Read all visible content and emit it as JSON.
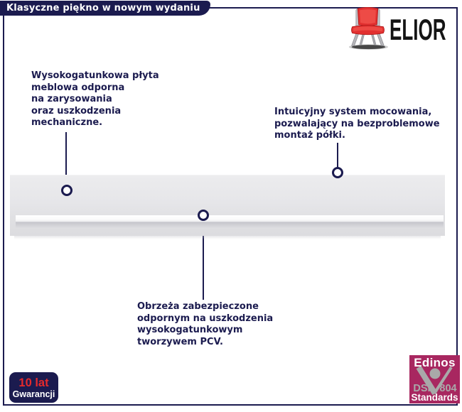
{
  "banner": {
    "title": "Klasyczne piękno w nowym wydaniu"
  },
  "logo": {
    "brand": "ELIOR",
    "icon": "red-chair-icon"
  },
  "annotations": {
    "material": "Wysokogatunkowa płyta\nmeblowa odporna\nna zarysowania\noraz uszkodzenia\nmechaniczne.",
    "mounting": "Intuicyjny system mocowania,\npozwalający na bezproblemowe\nmontaż półki.",
    "edges": "Obrzeża zabezpieczone\nodpornym na uszkodzenia\nwysokogatunkowym\ntworzywem PCV."
  },
  "warranty_badge": {
    "years": "10 lat",
    "label": "Gwarancji"
  },
  "standards_badge": {
    "brand": "Edinos",
    "left_code": "DSI",
    "right_code": "804",
    "label": "Standards",
    "icon": "v-check-icon"
  },
  "colors": {
    "navy": "#1b1b4f",
    "red": "#e62a2c",
    "badge_pink": "#a82760",
    "logo_gray": "#a9a9a9"
  }
}
